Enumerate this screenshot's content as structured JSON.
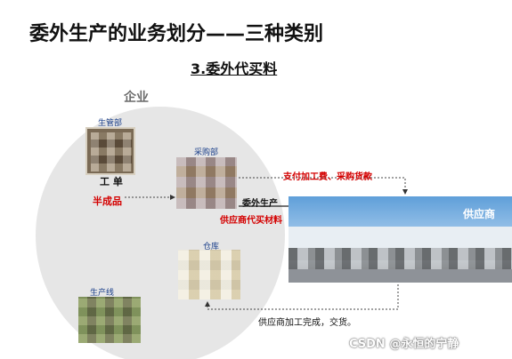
{
  "title": "委外生产的业务划分——三种类别",
  "subtitle": "3.委外代买料",
  "company": {
    "label": "企业",
    "departments": {
      "production_management": "生管部",
      "purchasing": "采购部",
      "warehouse": "仓库",
      "production_line": "生产线"
    },
    "work_order_label": "工  单",
    "semi_finished_label": "半成品"
  },
  "flows": {
    "payment": "支付加工费、采购货款",
    "outsourcing": "委外生产",
    "supplier_buys": "供应商代买材料",
    "return": "供应商加工完成，交货。"
  },
  "supplier": {
    "label": "供应商"
  },
  "watermark": "CSDN @永恒的宁静",
  "colors": {
    "red_text": "#d40000",
    "dept_label": "#1a3f8a",
    "circle": "#e6e6e6",
    "sky": "#5f9fd9"
  }
}
